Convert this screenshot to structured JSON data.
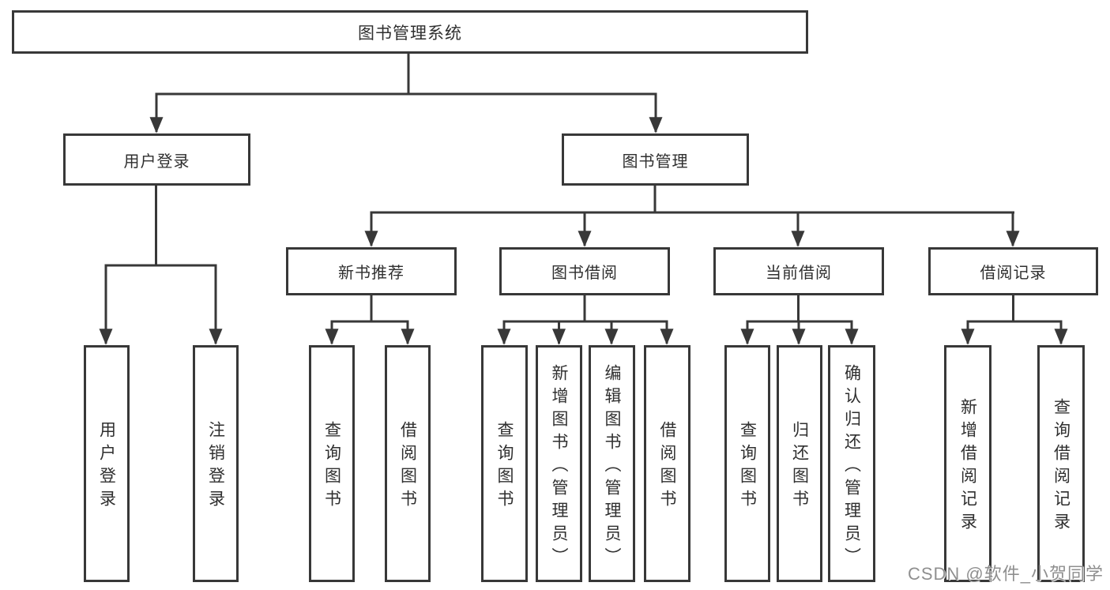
{
  "diagram": {
    "root": {
      "label": "图书管理系统"
    },
    "branches": [
      {
        "label": "用户登录",
        "leaves": [
          "用户登录",
          "注销登录"
        ]
      },
      {
        "label": "图书管理",
        "children": [
          {
            "label": "新书推荐",
            "leaves": [
              "查询图书",
              "借阅图书"
            ]
          },
          {
            "label": "图书借阅",
            "leaves": [
              "查询图书",
              "新增图书（管理员）",
              "编辑图书（管理员）",
              "借阅图书"
            ]
          },
          {
            "label": "当前借阅",
            "leaves": [
              "查询图书",
              "归还图书",
              "确认归还（管理员）"
            ]
          },
          {
            "label": "借阅记录",
            "leaves": [
              "新增借阅记录",
              "查询借阅记录"
            ]
          }
        ]
      }
    ],
    "watermark": "CSDN @软件_小贺同学"
  },
  "colors": {
    "line": "#383838",
    "box_fill": "#ffffff",
    "text": "#2f2f2f",
    "watermark": "#8f8f8f",
    "bg": "#ffffff"
  }
}
